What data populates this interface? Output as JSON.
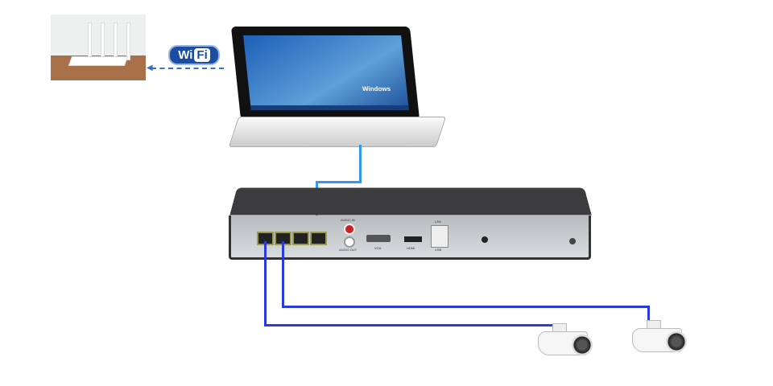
{
  "wifi": {
    "label_a": "Wi",
    "label_b": "Fi"
  },
  "laptop": {
    "logo_text": "Windows"
  },
  "nvr": {
    "labels": [
      "AUDIO IN",
      "AUDIO OUT",
      "VGA",
      "HDMI",
      "LAN",
      "USB"
    ]
  },
  "colors": {
    "poe_cable": "#2a3bd9",
    "lan_cable": "#3399ee",
    "wifi_link": "#3a6fc6"
  }
}
